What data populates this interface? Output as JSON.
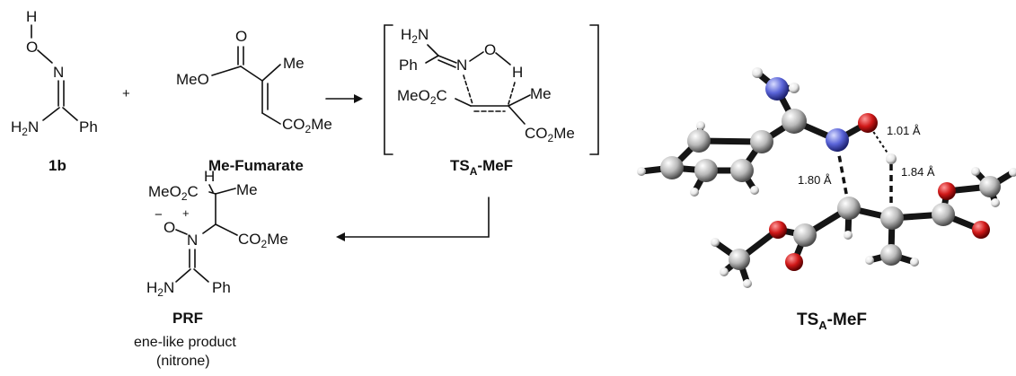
{
  "atoms": {
    "H": "H",
    "O": "O",
    "N": "N",
    "H2N": "H",
    "sub2": "2",
    "N_after": "N",
    "Ph": "Ph",
    "Me": "Me",
    "MeO": "MeO",
    "CO2Me_a": "CO",
    "CO2Me_b": "Me",
    "MeO2C_a": "MeO",
    "MeO2C_b": "C",
    "plus": "+",
    "minus": "−",
    "charge_plus": "+"
  },
  "labels": {
    "reactant": "1b",
    "alkene": "Me-Fumarate",
    "ts_main": "TS",
    "ts_sub": "A",
    "ts_suffix": "-MeF",
    "product": "PRF",
    "product_desc_1": "ene-like product",
    "product_desc_2": "(nitrone)"
  },
  "distances": {
    "oh": "1.01 Å",
    "nc": "1.80 Å",
    "hc": "1.84 Å"
  },
  "colors": {
    "ester_blue": "#1a1aff",
    "hydrogen_red": "#e01010",
    "carbon_grey": "#b8b8b8",
    "oxygen_red": "#d01818",
    "nitrogen_blue": "#5a64d8",
    "hydrogen_white": "#f2f2f2"
  }
}
